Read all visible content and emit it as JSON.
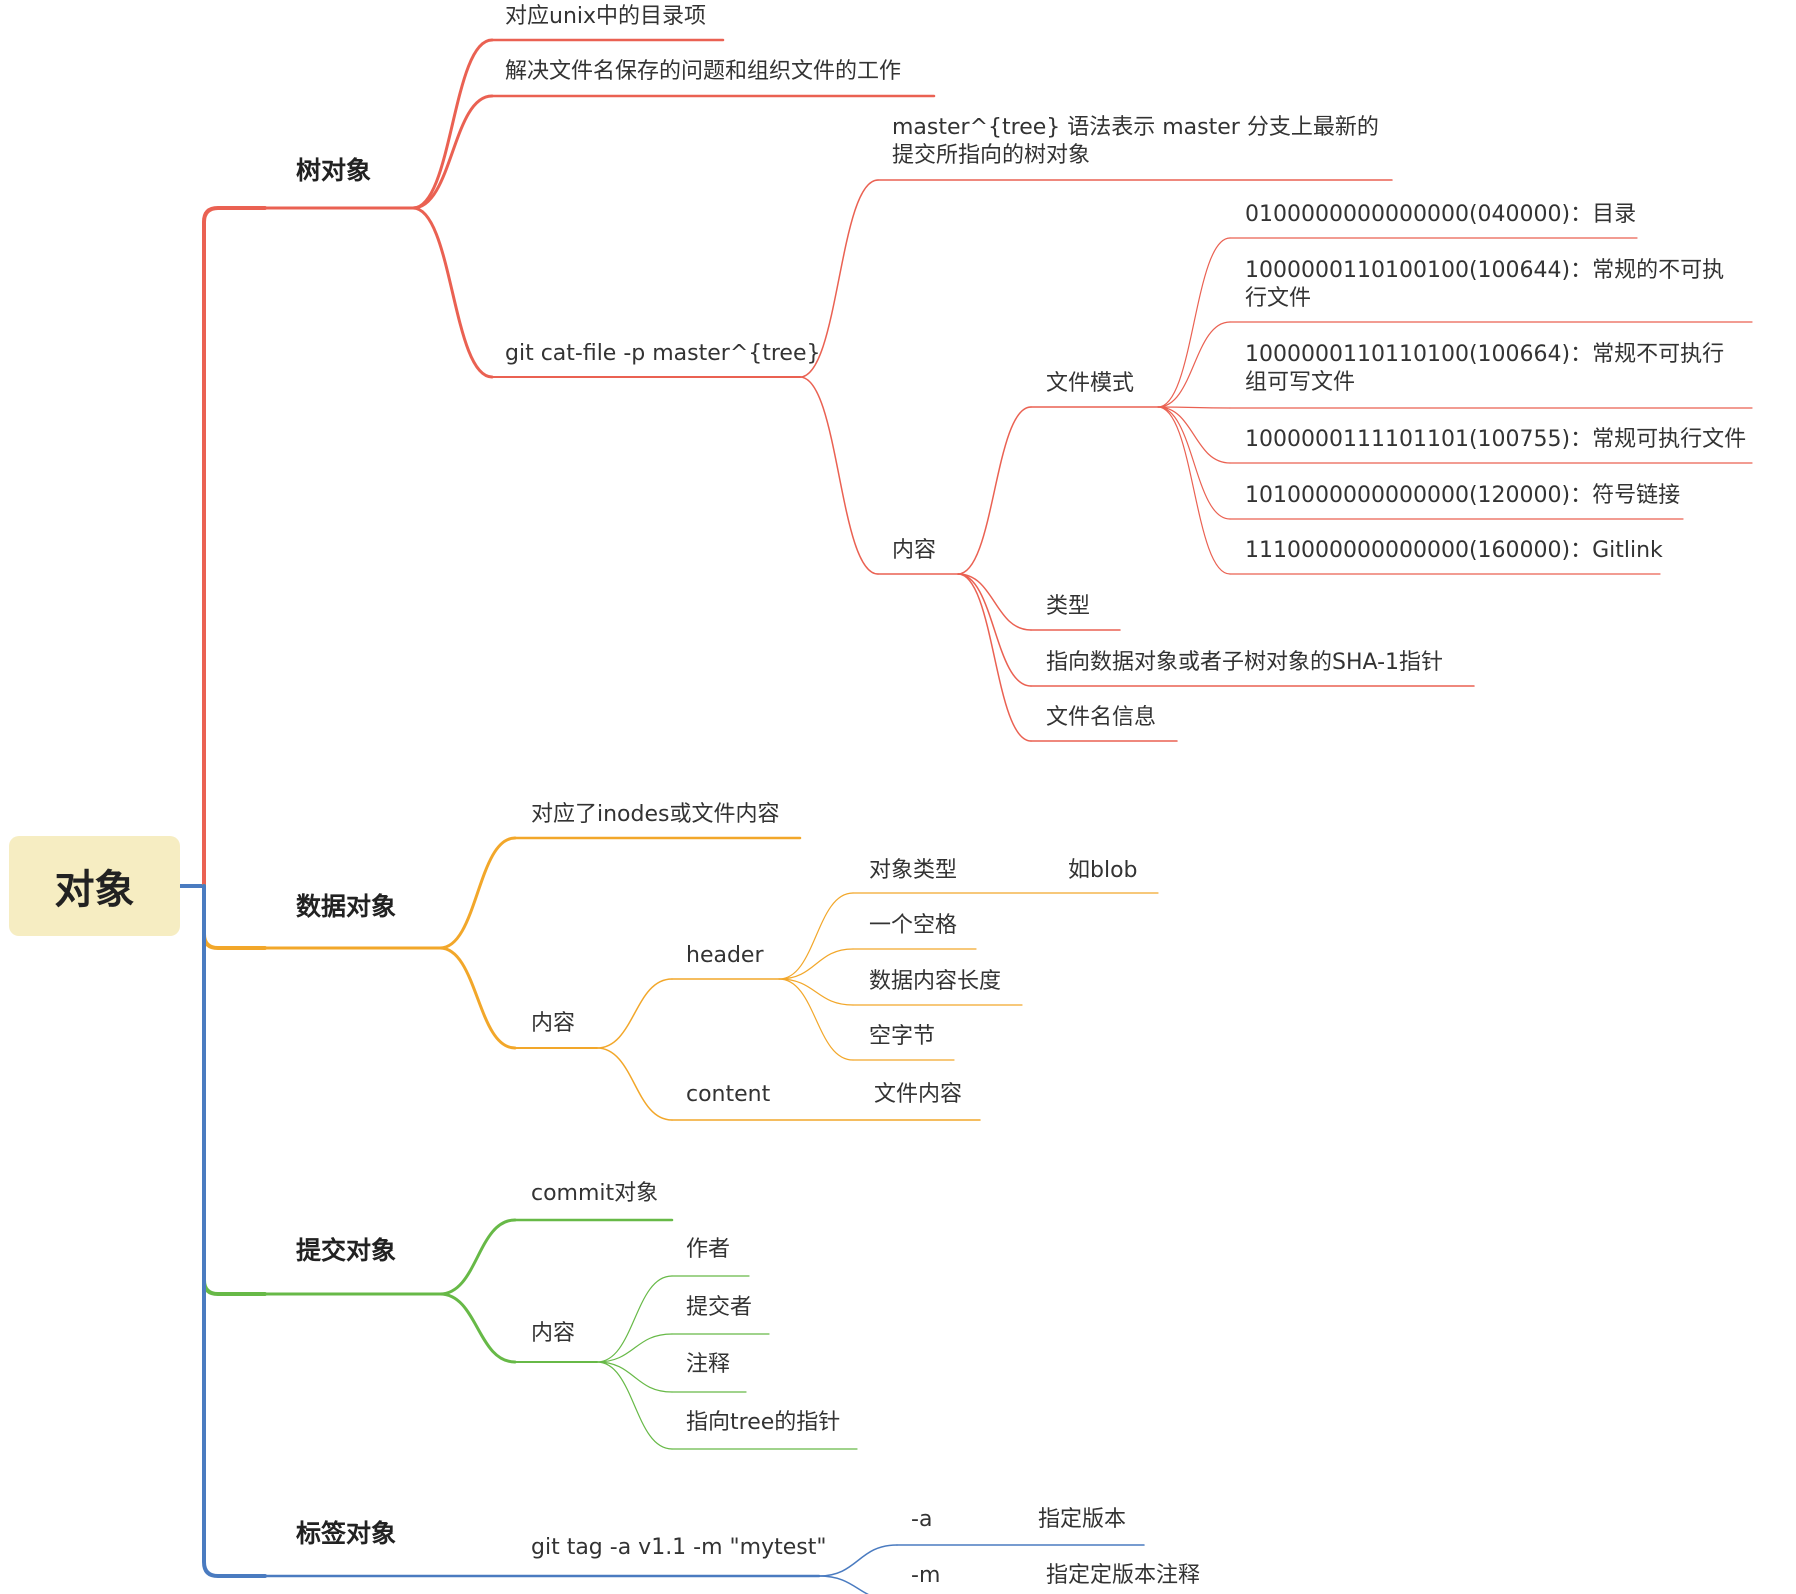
{
  "root": {
    "label": "对象"
  },
  "colors": {
    "tree": "#ea6152",
    "blob": "#f2a72a",
    "commit": "#67b947",
    "tag": "#4a7bc0",
    "root_bg": "#f6edc2"
  },
  "tree": {
    "label": "树对象",
    "item1": "对应unix中的目录项",
    "item2": "解决文件名保存的问题和组织文件的工作",
    "cmd": "git cat-file -p master^{tree}",
    "syntax_desc": "master^{tree} 语法表示 master 分支上最新的提交所指向的树对象",
    "content": "内容",
    "file_mode": "文件模式",
    "modes": [
      "0100000000000000(040000)：目录",
      "1000000110100100(100644)：常规的不可执行文件",
      "1000000110110100(100664)：常规不可执行组可写文件",
      "1000000111101101(100755)：常规可执行文件",
      "1010000000000000(120000)：符号链接",
      "1110000000000000(160000)：Gitlink"
    ],
    "type": "类型",
    "pointer": "指向数据对象或者子树对象的SHA-1指针",
    "filename": "文件名信息"
  },
  "blob": {
    "label": "数据对象",
    "item1": "对应了inodes或文件内容",
    "content": "内容",
    "header": "header",
    "obj_type": "对象类型",
    "obj_type_eg": "如blob",
    "space": "一个空格",
    "length": "数据内容长度",
    "null_byte": "空字节",
    "content_key": "content",
    "content_val": "文件内容"
  },
  "commit": {
    "label": "提交对象",
    "item1": "commit对象",
    "content": "内容",
    "author": "作者",
    "committer": "提交者",
    "comment": "注释",
    "tree_ptr": "指向tree的指针"
  },
  "tag": {
    "label": "标签对象",
    "cmd": "git tag -a v1.1 -m \"mytest\"",
    "opt_a": "-a",
    "opt_a_desc": "指定版本",
    "opt_m": "-m",
    "opt_m_desc": "指定定版本注释"
  }
}
